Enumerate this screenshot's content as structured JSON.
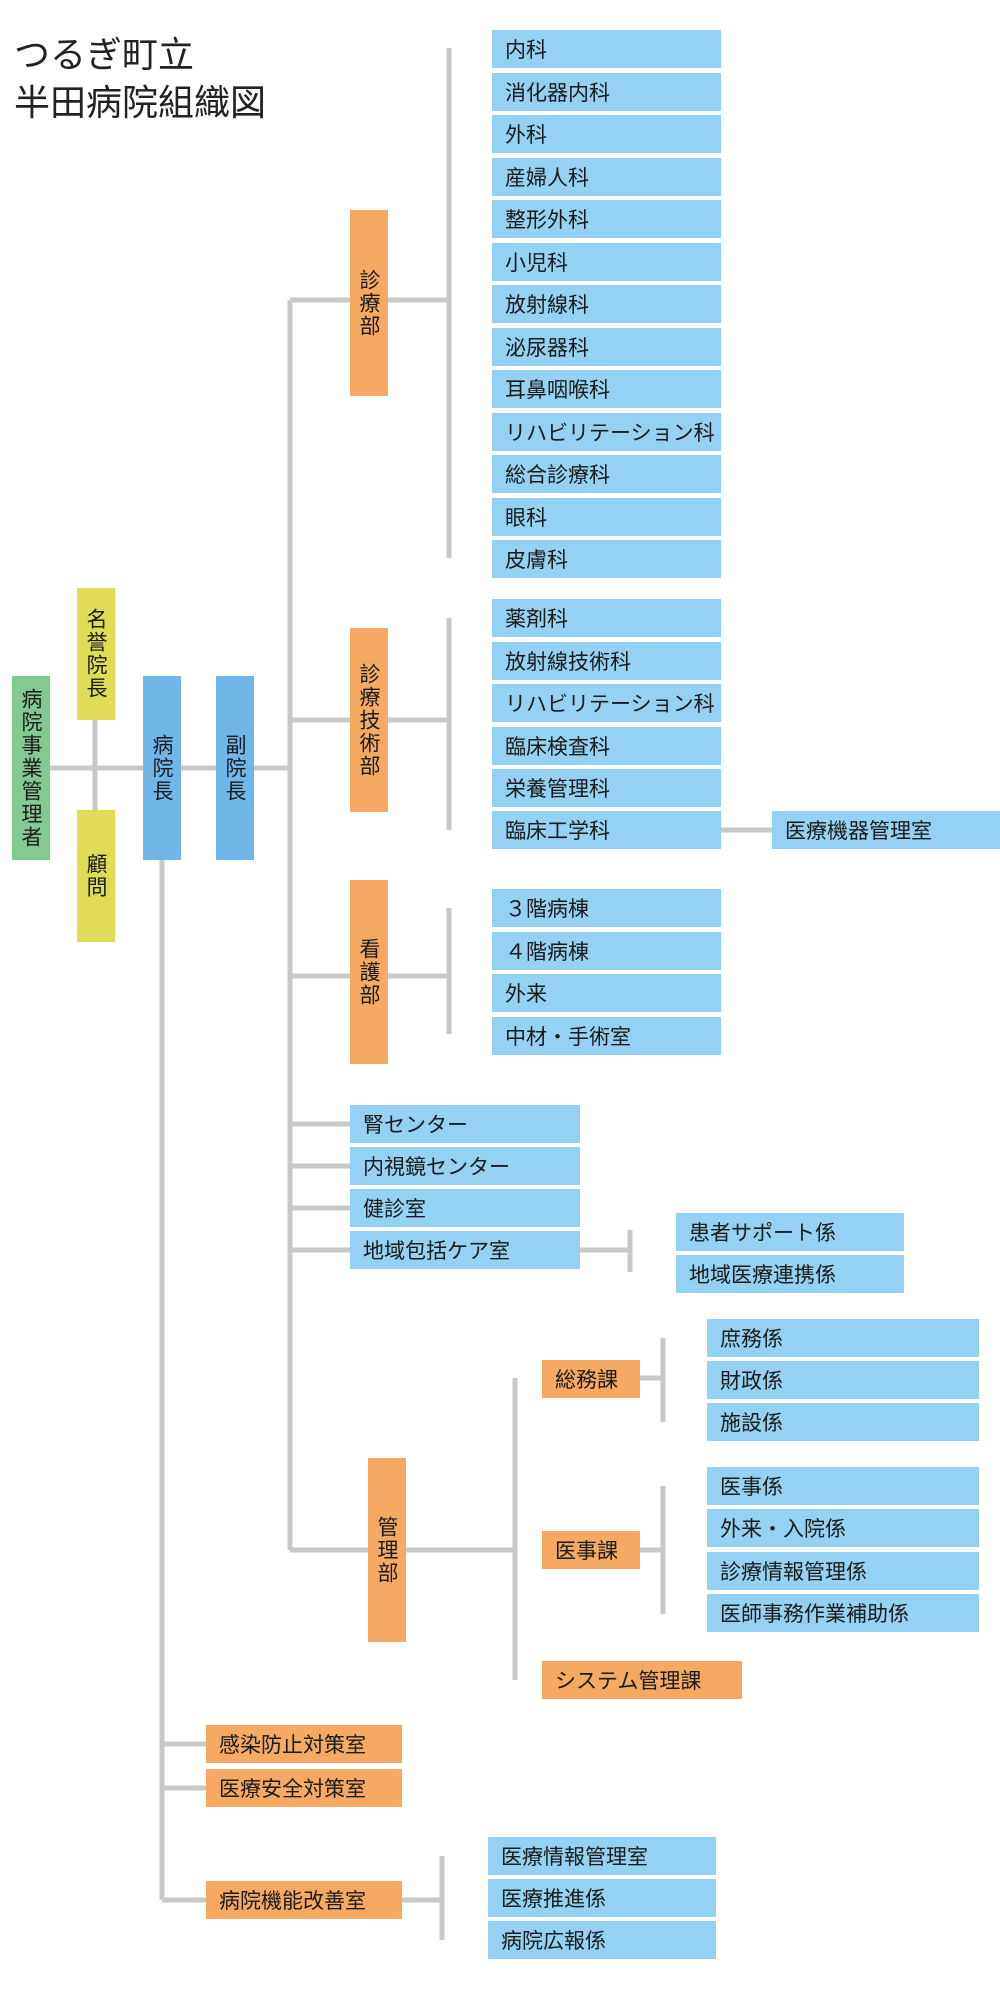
{
  "title": {
    "line1": "つるぎ町立",
    "line2": "半田病院組織図"
  },
  "executive": {
    "admin": "病院事業管理者",
    "honorary": "名誉院長",
    "advisor": "顧問",
    "director": "病院長",
    "vice_director": "副院長"
  },
  "clinical": {
    "name": "診療部",
    "items": [
      "内科",
      "消化器内科",
      "外科",
      "産婦人科",
      "整形外科",
      "小児科",
      "放射線科",
      "泌尿器科",
      "耳鼻咽喉科",
      "リハビリテーション科",
      "総合診療科",
      "眼科",
      "皮膚科"
    ]
  },
  "technical": {
    "name": "診療技術部",
    "items": [
      "薬剤科",
      "放射線技術科",
      "リハビリテーション科",
      "臨床検査科",
      "栄養管理科",
      "臨床工学科"
    ],
    "sub": "医療機器管理室"
  },
  "nursing": {
    "name": "看護部",
    "items": [
      "３階病棟",
      "４階病棟",
      "外来",
      "中材・手術室"
    ]
  },
  "centers": {
    "items": [
      "腎センター",
      "内視鏡センター",
      "健診室",
      "地域包括ケア室"
    ],
    "regional_sub": [
      "患者サポート係",
      "地域医療連携係"
    ]
  },
  "management": {
    "name": "管理部",
    "general": {
      "name": "総務課",
      "items": [
        "庶務係",
        "財政係",
        "施設係"
      ]
    },
    "medical": {
      "name": "医事課",
      "items": [
        "医事係",
        "外来・入院係",
        "診療情報管理係",
        "医師事務作業補助係"
      ]
    },
    "system": "システム管理課"
  },
  "offices": [
    "感染防止対策室",
    "医療安全対策室"
  ],
  "improvement": {
    "name": "病院機能改善室",
    "items": [
      "医療情報管理室",
      "医療推進係",
      "病院広報係"
    ]
  },
  "colors": {
    "unit": "#94d1f2",
    "director": "#6fb7e8",
    "dept": "#f5a962",
    "honorary": "#e1dc55",
    "admin": "#84c98f",
    "line": "#c8c8c8"
  }
}
